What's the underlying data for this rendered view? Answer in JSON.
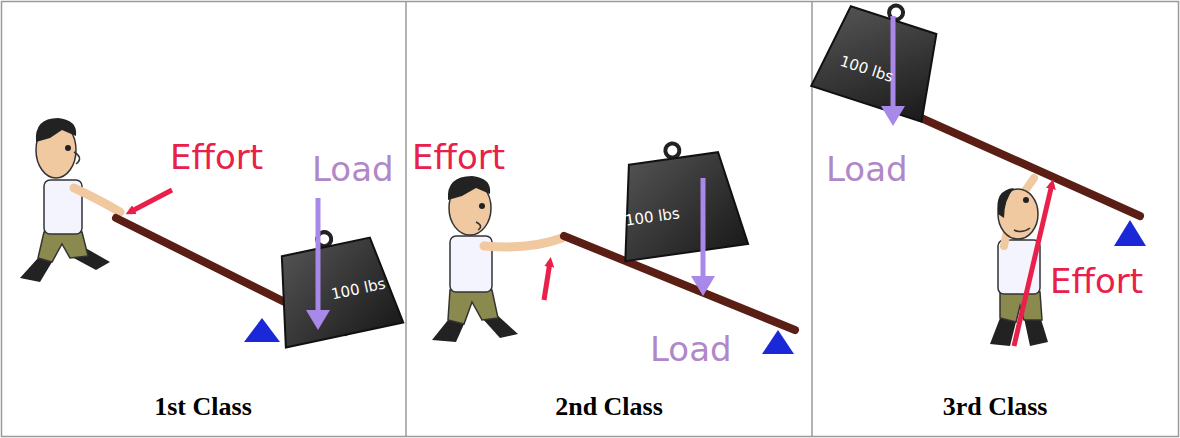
{
  "diagram": {
    "labels": [
      "Effort",
      "Load",
      "100 lbs",
      "1st Class",
      "Effort",
      "100 lbs",
      "Load",
      "2nd Class",
      "Load",
      "100 lbs",
      "Effort",
      "3rd Class"
    ]
  }
}
